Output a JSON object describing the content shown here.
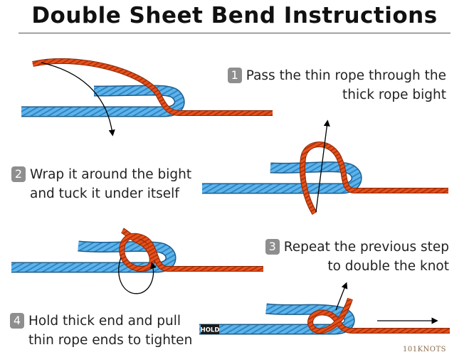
{
  "title": "Double Sheet Bend Instructions",
  "steps": [
    {
      "number": "1",
      "lines": [
        "Pass the thin rope through the",
        "thick rope bight"
      ]
    },
    {
      "number": "2",
      "lines": [
        "Wrap it around the bight",
        "and tuck it under itself"
      ]
    },
    {
      "number": "3",
      "lines": [
        "Repeat the previous step",
        "to double the knot"
      ]
    },
    {
      "number": "4",
      "lines": [
        "Hold thick end and pull",
        "thin rope ends to tighten"
      ]
    }
  ],
  "hold_label": "HOLD",
  "brand": "101KNOTS",
  "colors": {
    "thick_rope": "#5eb4e8",
    "thick_rope_stripe": "#2f86c8",
    "thin_rope": "#e8501a",
    "thin_rope_stripe": "#a8300a",
    "arrow": "#000000",
    "step_badge": "#8e8e8e"
  }
}
